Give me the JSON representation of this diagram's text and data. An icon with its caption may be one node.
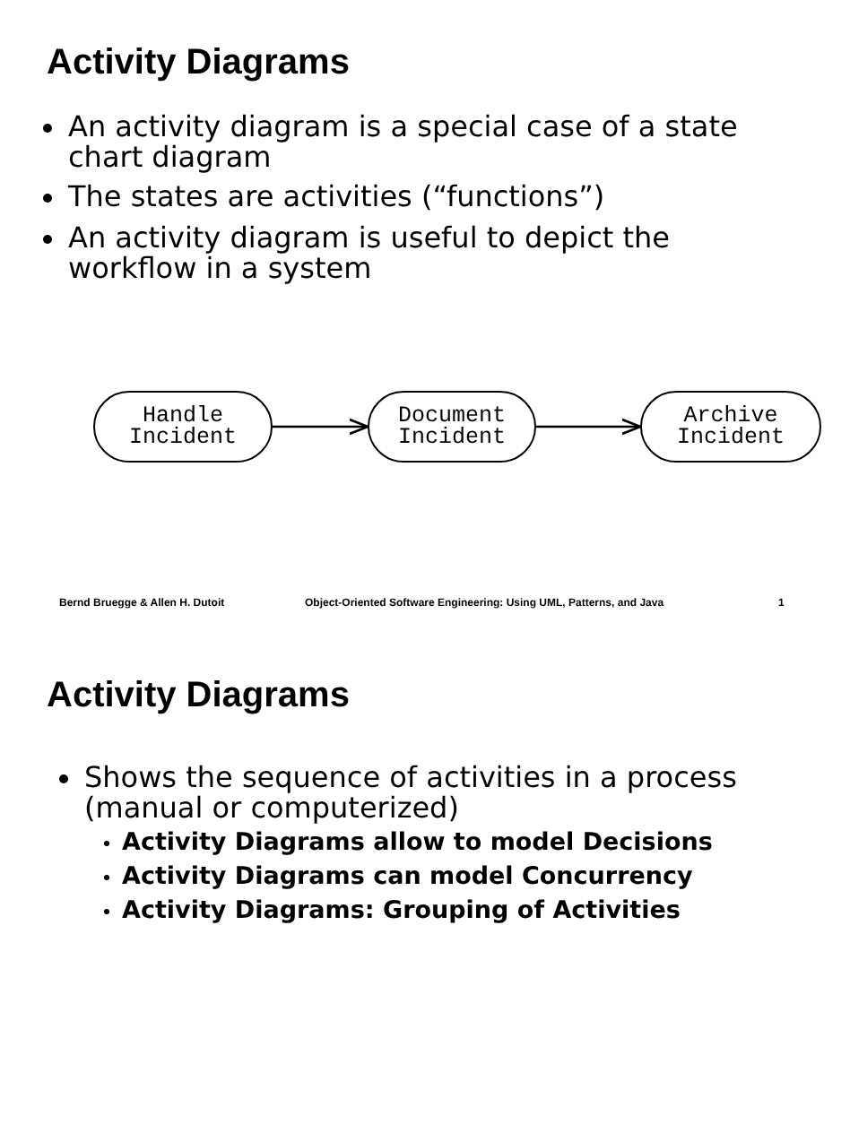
{
  "diagram": {
    "title": "Activity Diagrams",
    "nodes": [
      {
        "text": [
          "Handle Incident"
        ]
      },
      {
        "text": [
          "Document Incident"
        ]
      },
      {
        "text": [
          "Archive Incident"
        ]
      }
    ],
    "edges": [
      {
        "from": 0,
        "to": 1,
        "arrow": "to"
      },
      {
        "from": 1,
        "to": 2,
        "arrow": "to"
      }
    ],
    "labels": [
      "An activity diagram is a special case of a state chart diagram",
      "The states are activities (“functions”)",
      "An activity diagram is useful to depict the workflow in a system",
      "Bernd Bruegge & Allen H. Dutoit",
      "Object-Oriented Software Engineering: Using UML, Patterns, and Java",
      "1",
      "Activity Diagrams",
      "Shows the sequence of activities in a process (manual or computerized)",
      "Activity Diagrams allow to model Decisions",
      "Activity Diagrams can model Concurrency",
      "Activity Diagrams: Grouping of Activities"
    ]
  }
}
